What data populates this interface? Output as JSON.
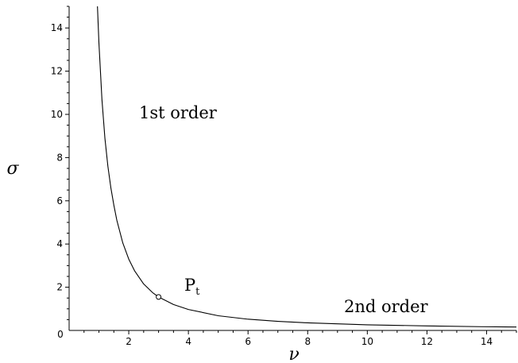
{
  "chart_data": {
    "type": "line",
    "xlabel": "ν",
    "ylabel": "σ",
    "xlim": [
      0,
      15
    ],
    "ylim": [
      0,
      15
    ],
    "grid": false,
    "x_ticks": [
      {
        "value": 0,
        "label": "0"
      },
      {
        "value": 2,
        "label": "2"
      },
      {
        "value": 4,
        "label": "4"
      },
      {
        "value": 6,
        "label": "6"
      },
      {
        "value": 8,
        "label": "8"
      },
      {
        "value": 10,
        "label": "10"
      },
      {
        "value": 12,
        "label": "12"
      },
      {
        "value": 14,
        "label": "14"
      }
    ],
    "y_ticks": [
      {
        "value": 2,
        "label": "2"
      },
      {
        "value": 4,
        "label": "4"
      },
      {
        "value": 6,
        "label": "6"
      },
      {
        "value": 8,
        "label": "8"
      },
      {
        "value": 10,
        "label": "10"
      },
      {
        "value": 12,
        "label": "12"
      },
      {
        "value": 14,
        "label": "14"
      }
    ],
    "series": [
      {
        "x": [
          0.95,
          1.0,
          1.1,
          1.2,
          1.3,
          1.4,
          1.5,
          1.6,
          1.8,
          2.0,
          2.2,
          2.5,
          2.8,
          3.0,
          3.5,
          4.0,
          5.0,
          6.0,
          7.0,
          8.0,
          10.0,
          12.0,
          14.0,
          15.0
        ],
        "y": [
          15.0,
          13.3,
          10.7,
          8.9,
          7.6,
          6.6,
          5.8,
          5.1,
          4.05,
          3.3,
          2.75,
          2.15,
          1.75,
          1.55,
          1.2,
          0.97,
          0.68,
          0.52,
          0.42,
          0.35,
          0.26,
          0.21,
          0.17,
          0.16
        ]
      }
    ],
    "points": [
      {
        "x": 3.0,
        "y": 1.55,
        "label": "P",
        "subscript": "t"
      }
    ],
    "annotations": [
      {
        "text": "1st order",
        "x": 2.3,
        "y": 10.0
      },
      {
        "text": "2nd order",
        "x": 9.2,
        "y": 1.0
      }
    ]
  }
}
